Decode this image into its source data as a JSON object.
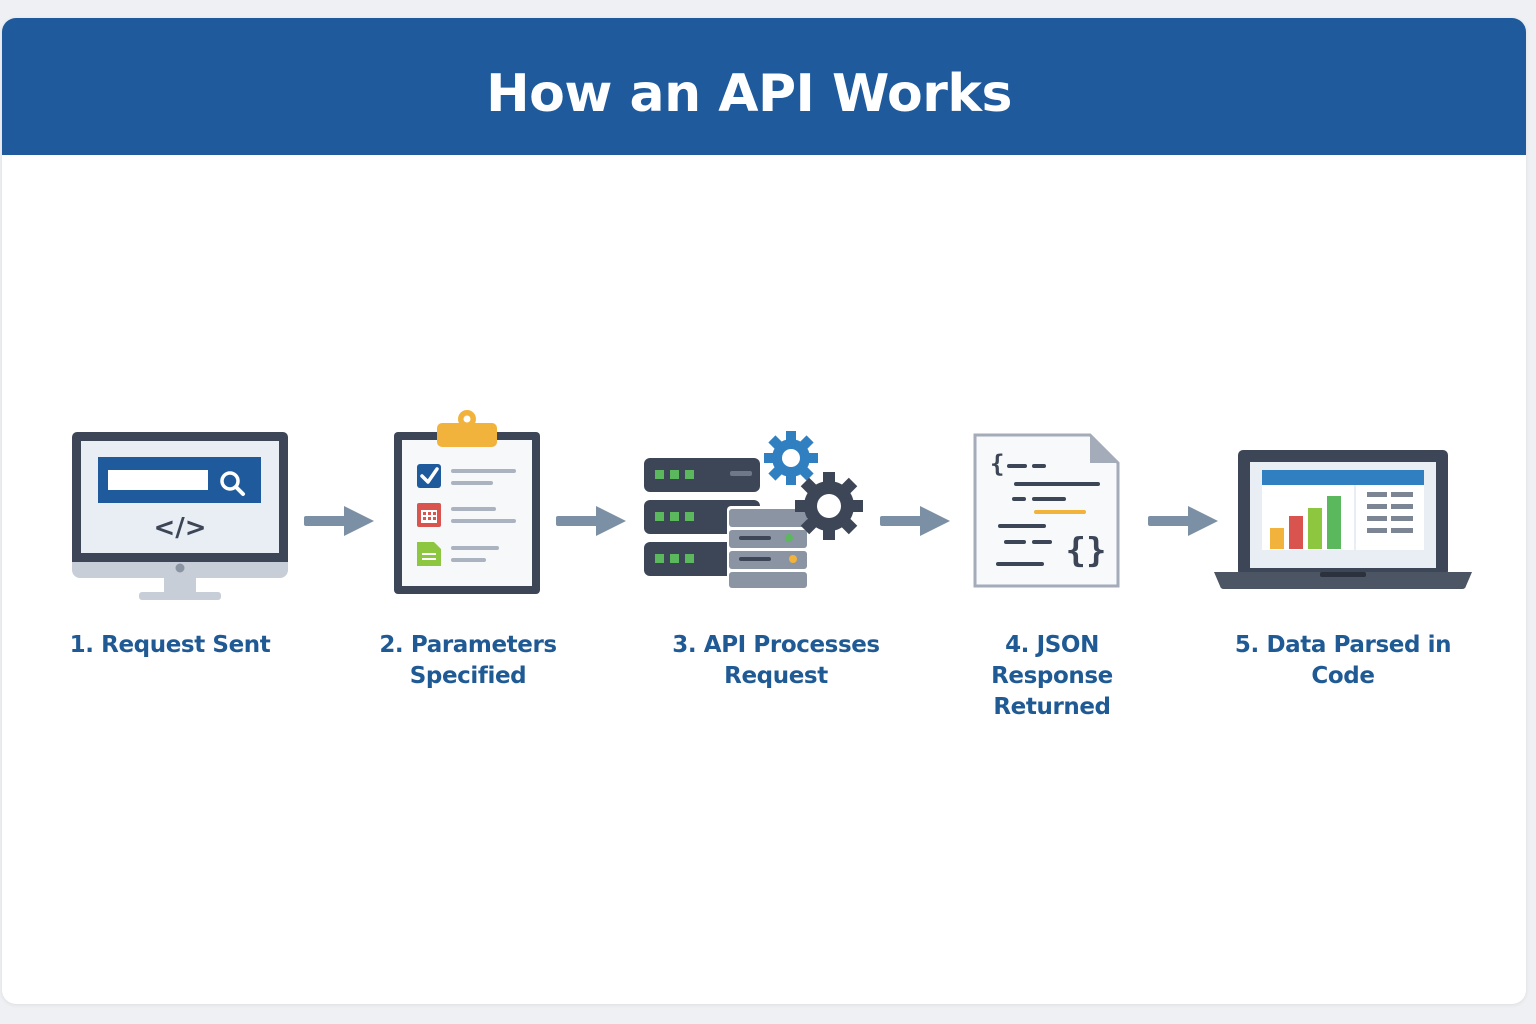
{
  "title": "How an API Works",
  "colors": {
    "header_bg": "#1e5a9c",
    "label_text": "#1f5a94",
    "arrow": "#7b8fa5",
    "dark_slate": "#3c4656",
    "accent_yellow": "#f2b33d",
    "accent_green": "#5cb85c",
    "accent_red": "#d9534f",
    "accent_blue": "#2f7fc1"
  },
  "steps": [
    {
      "label": "1. Request Sent",
      "icon": "monitor-code-icon"
    },
    {
      "label": "2. Parameters Specified",
      "icon": "clipboard-checklist-icon"
    },
    {
      "label": "3. API Processes Request",
      "icon": "server-gears-icon"
    },
    {
      "label": "4. JSON Response Returned",
      "icon": "json-document-icon"
    },
    {
      "label": "5. Data Parsed in Code",
      "icon": "laptop-chart-icon"
    }
  ],
  "icon_text": {
    "code_tag": "</>",
    "json_open": "{",
    "json_braces": "{}"
  }
}
